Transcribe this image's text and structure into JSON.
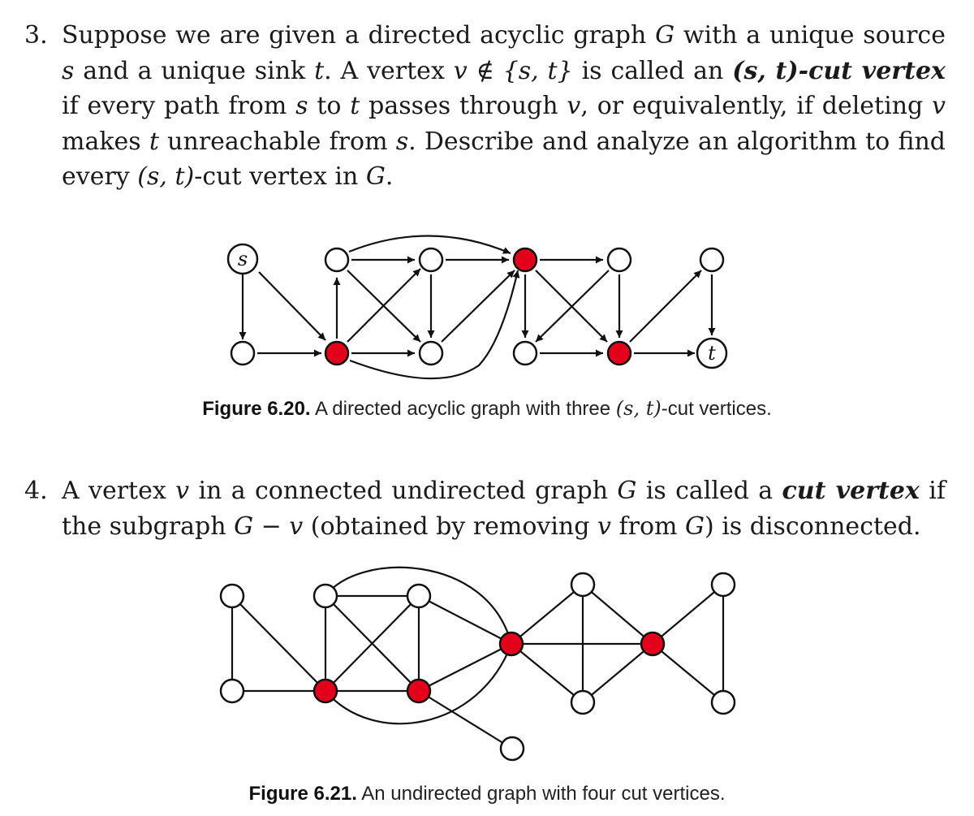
{
  "problem3": {
    "number": "3.",
    "intro": "Suppose we are given a directed acyclic graph",
    "G": "G",
    "source_text": "with a unique source",
    "s": "s",
    "and_sink": "and a unique sink",
    "t": "t",
    "a_vertex": ". A vertex",
    "v": "v",
    "notin": "∉",
    "set": "{s, t}",
    "is_called": "is called an",
    "term_open": "(",
    "term_st": "s, t",
    "term_close": ")-cut vertex",
    "if_every": "if every path from",
    "to": "to",
    "passes": "passes through",
    "or_equiv": ", or equivalently, if deleting",
    "makes": "makes",
    "unreachable": "unreachable from",
    "describe": ". Describe and analyze an algorithm to find every",
    "paren_st": "(s, t)",
    "cut_in": "-cut vertex in",
    "period": "."
  },
  "figure620": {
    "label": "Figure 6.20.",
    "text_before": "A directed acyclic graph with three",
    "math": "(s, t)",
    "text_after": "-cut vertices.",
    "node_s": "s",
    "node_t": "t",
    "colors": {
      "cut": "#e3001b",
      "normal": "#ffffff",
      "stroke": "#111111"
    }
  },
  "problem4": {
    "number": "4.",
    "a_vertex": "A vertex",
    "v": "v",
    "in_connected": "in a connected undirected graph",
    "G": "G",
    "is_called": "is called a",
    "term": "cut vertex",
    "if_the": "if the subgraph",
    "G_minus_v": "G − v",
    "obtained": "(obtained by removing",
    "from": "from",
    "G_close": "G",
    "disconnected": ") is disconnected."
  },
  "figure621": {
    "label": "Figure 6.21.",
    "text": "An undirected graph with four cut vertices.",
    "colors": {
      "cut": "#e3001b",
      "normal": "#ffffff",
      "stroke": "#111111"
    }
  }
}
